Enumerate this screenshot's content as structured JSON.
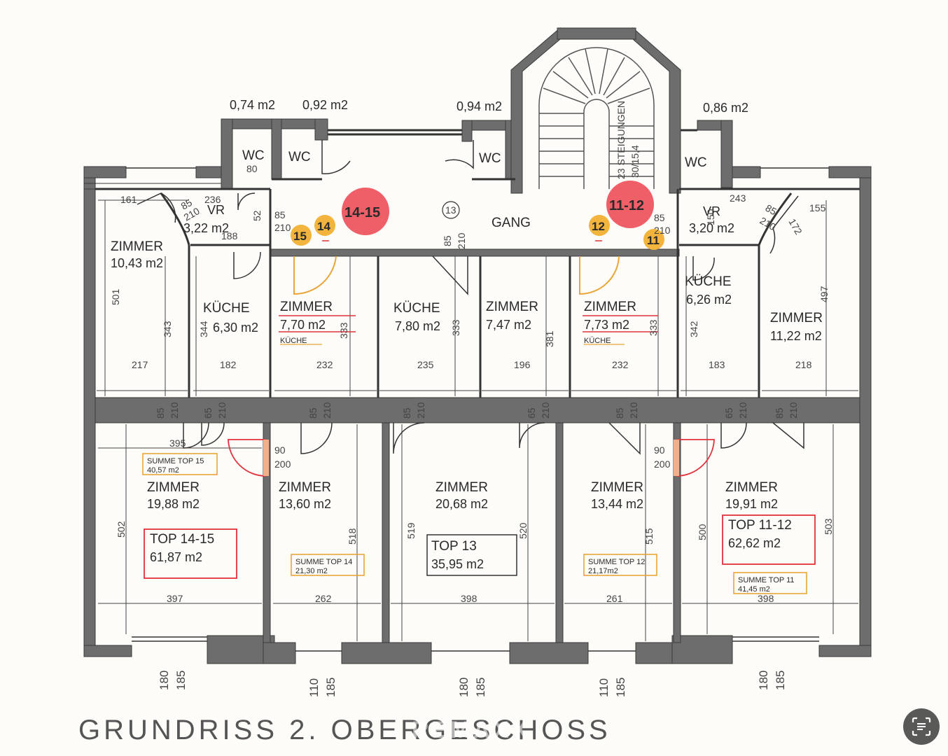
{
  "title": "GRUNDRISS 2. OBERGESCHOSS",
  "watermark": "REMAXX",
  "colors": {
    "wall": "#6d6d6d",
    "red_badge": "#ef5f68",
    "orange_badge": "#f2b43c",
    "red_line": "#e0323c",
    "orange_line": "#e8a63a"
  },
  "corridor": {
    "name": "GANG",
    "number": "13"
  },
  "stairs": {
    "label": "23 STEIGUNGEN",
    "ratio": "30/15,4"
  },
  "badges": {
    "top_14_15": "14-15",
    "top_11_12": "11-12",
    "n15": "15",
    "n14": "14",
    "n12": "12",
    "n11": "11"
  },
  "wc_label": "WC",
  "wc_areas": [
    "0,74 m2",
    "0,92 m2",
    "0,94 m2",
    "0,86 m2"
  ],
  "vr_left": {
    "name": "VR",
    "area": "3,22 m2"
  },
  "vr_right": {
    "name": "VR",
    "area": "3,20 m2"
  },
  "upper_rooms": [
    {
      "name": "ZIMMER",
      "area": "10,43 m2"
    },
    {
      "name": "KÜCHE",
      "area": "6,30 m2"
    },
    {
      "name": "ZIMMER",
      "area": "7,70 m2",
      "note": "KÜCHE"
    },
    {
      "name": "KÜCHE",
      "area": "7,80 m2"
    },
    {
      "name": "ZIMMER",
      "area": "7,47 m2"
    },
    {
      "name": "ZIMMER",
      "area": "7,73 m2",
      "note": "KÜCHE"
    },
    {
      "name": "KÜCHE",
      "area": "6,26 m2"
    },
    {
      "name": "ZIMMER",
      "area": "11,22 m2"
    }
  ],
  "lower_rooms": [
    {
      "name": "ZIMMER",
      "area": "19,88 m2"
    },
    {
      "name": "ZIMMER",
      "area": "13,60 m2"
    },
    {
      "name": "ZIMMER",
      "area": "20,68 m2"
    },
    {
      "name": "ZIMMER",
      "area": "13,44 m2"
    },
    {
      "name": "ZIMMER",
      "area": "19,91 m2"
    }
  ],
  "tops": [
    {
      "label": "TOP 14-15",
      "area": "61,87 m2"
    },
    {
      "label": "TOP 13",
      "area": "35,95 m2"
    },
    {
      "label": "TOP 11-12",
      "area": "62,62 m2"
    }
  ],
  "sums": [
    {
      "label": "SUMME TOP 15",
      "area": "40,57 m2"
    },
    {
      "label": "SUMME TOP 14",
      "area": "21,30 m2"
    },
    {
      "label": "SUMME TOP 12",
      "area": "21,17m2"
    },
    {
      "label": "SUMME TOP 11",
      "area": "41,45 m2"
    }
  ],
  "dims": {
    "upper_widths": [
      "217",
      "182",
      "232",
      "235",
      "196",
      "232",
      "183",
      "218"
    ],
    "upper_heights": [
      "501",
      "343",
      "344",
      "333",
      "333",
      "381",
      "333",
      "342",
      "497"
    ],
    "lower_widths": [
      "395",
      "397",
      "262",
      "398",
      "261",
      "398"
    ],
    "lower_heights": [
      "502",
      "518",
      "519",
      "520",
      "515",
      "500",
      "503"
    ],
    "top_edge": [
      "161",
      "236",
      "243",
      "155"
    ],
    "vr_dims": [
      "85",
      "210",
      "52",
      "188",
      "85",
      "210",
      "85",
      "210",
      "150",
      "172"
    ],
    "doors_corridor": [
      "85",
      "210",
      "85",
      "210",
      "85",
      "210"
    ],
    "doors_mid": [
      "85",
      "210",
      "65",
      "210",
      "85",
      "210",
      "85",
      "210",
      "65",
      "210",
      "85",
      "210",
      "65",
      "210",
      "85",
      "210"
    ],
    "fire_doors": [
      "90",
      "200",
      "90",
      "200"
    ],
    "wc_dim": "80",
    "windows": [
      "180",
      "185",
      "110",
      "185",
      "180",
      "185",
      "110",
      "185",
      "180",
      "185"
    ]
  }
}
